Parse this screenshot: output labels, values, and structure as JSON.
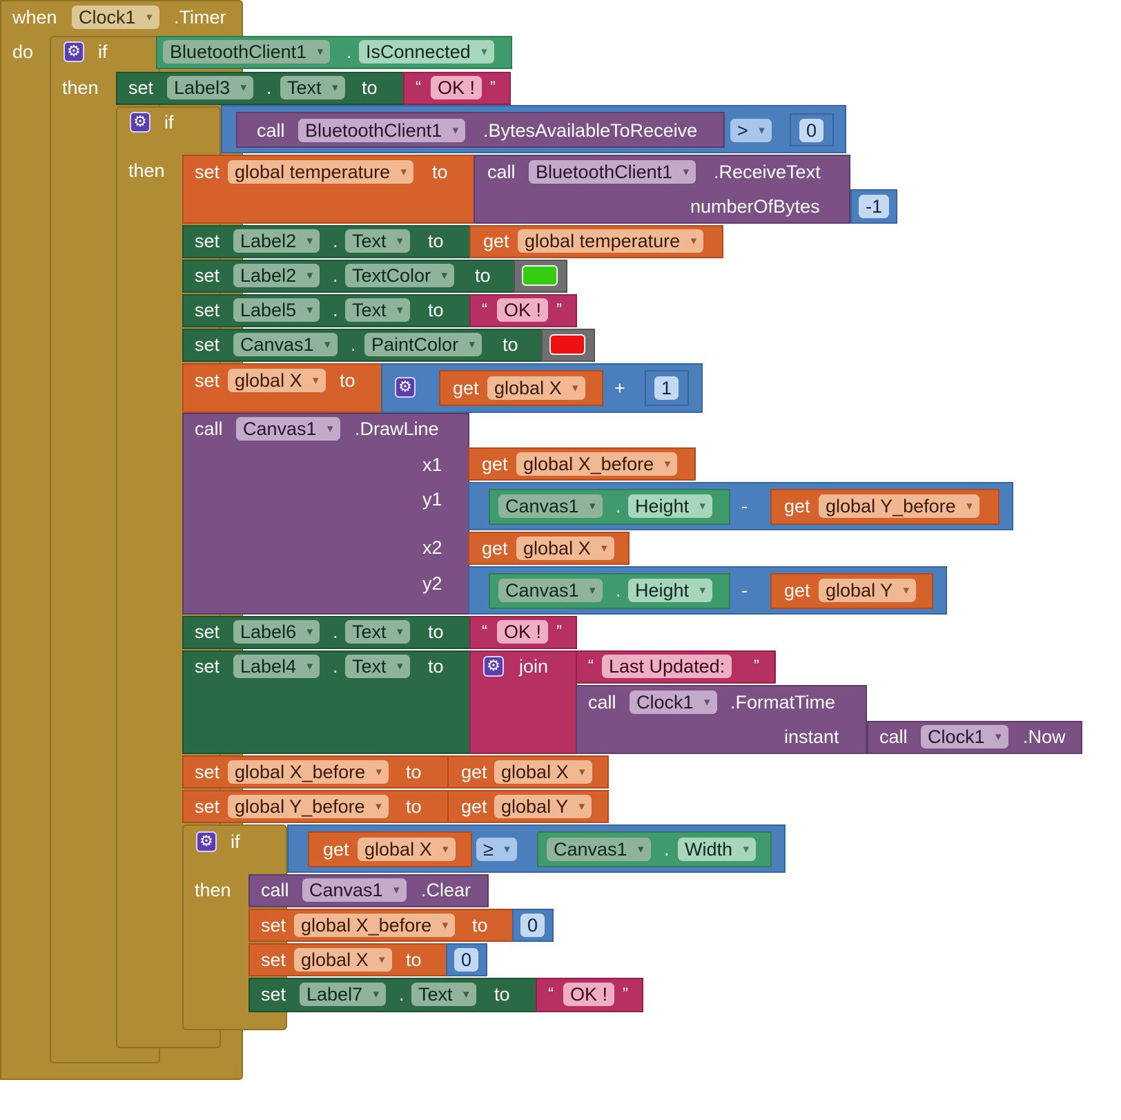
{
  "kw": {
    "when": "when",
    "do": "do",
    "if": "if",
    "then": "then",
    "set": "set",
    "get": "get",
    "call": "call",
    "to": "to",
    "join": "join",
    "dot": ".",
    "open_q": "“",
    "close_q": "”",
    "gt": ">",
    "gte": "≥",
    "plus": "+",
    "minus": "-"
  },
  "event": {
    "component": "Clock1",
    "event": ".Timer"
  },
  "components": {
    "bt": "BluetoothClient1",
    "label2": "Label2",
    "label3": "Label3",
    "label4": "Label4",
    "label5": "Label5",
    "label6": "Label6",
    "label7": "Label7",
    "canvas": "Canvas1",
    "clock": "Clock1"
  },
  "props": {
    "isconnected": "IsConnected",
    "text": "Text",
    "textcolor": "TextColor",
    "paintcolor": "PaintColor",
    "height": "Height",
    "width": "Width"
  },
  "methods": {
    "bytes": ".BytesAvailableToReceive",
    "receive": ".ReceiveText",
    "drawline": ".DrawLine",
    "formattime": ".FormatTime",
    "now": ".Now",
    "clear": ".Clear"
  },
  "params": {
    "numberofbytes": "numberOfBytes",
    "x1": "x1",
    "y1": "y1",
    "x2": "x2",
    "y2": "y2",
    "instant": "instant"
  },
  "vars": {
    "temperature": "global temperature",
    "x": "global X",
    "y": "global Y",
    "x_before": "global X_before",
    "y_before": "global Y_before"
  },
  "strings": {
    "ok": "OK !",
    "last_updated": "Last Updated:"
  },
  "numbers": {
    "zero": "0",
    "one": "1",
    "neg_one": "-1"
  },
  "colors": {
    "green": "#33cc11",
    "red": "#ee1111"
  }
}
